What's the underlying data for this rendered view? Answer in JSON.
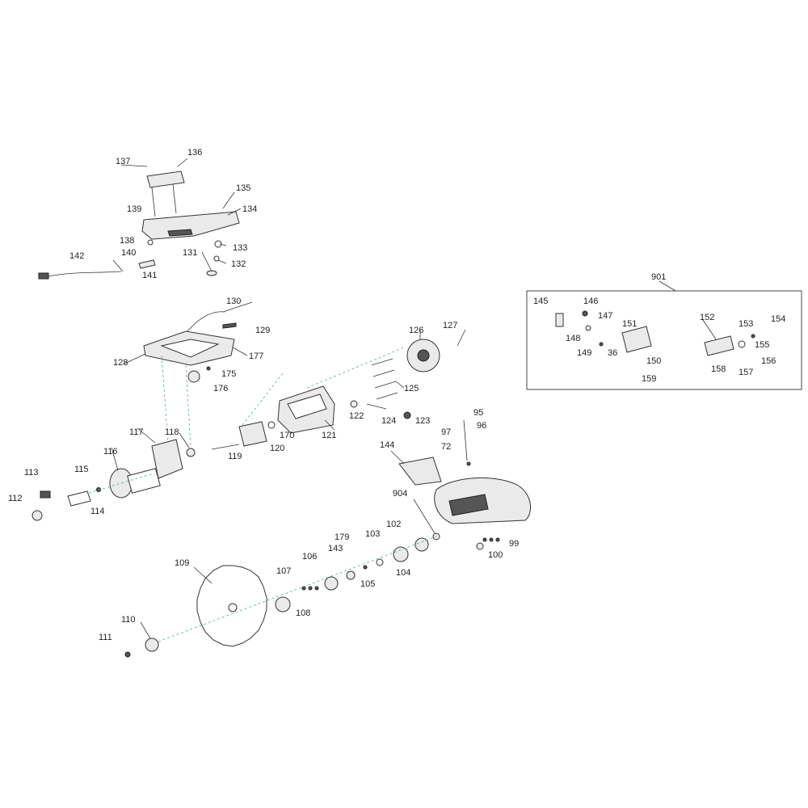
{
  "labels": {
    "l137": "137",
    "l136": "136",
    "l135": "135",
    "l134": "134",
    "l139": "139",
    "l138": "138",
    "l133": "133",
    "l140": "140",
    "l131": "131",
    "l132": "132",
    "l142": "142",
    "l141": "141",
    "l130": "130",
    "l129": "129",
    "l128": "128",
    "l177": "177",
    "l175": "175",
    "l176": "176",
    "l126": "126",
    "l127": "127",
    "l125": "125",
    "l122": "122",
    "l124": "124",
    "l123": "123",
    "l118": "118",
    "l117": "117",
    "l116": "116",
    "l170": "170",
    "l121": "121",
    "l120": "120",
    "l119": "119",
    "l95": "95",
    "l96": "96",
    "l97": "97",
    "l72": "72",
    "l144": "144",
    "l113": "113",
    "l115": "115",
    "l112": "112",
    "l114": "114",
    "l904": "904",
    "l99": "99",
    "l100": "100",
    "l179": "179",
    "l103": "103",
    "l102": "102",
    "l106": "106",
    "l143": "143",
    "l107": "107",
    "l105": "105",
    "l104": "104",
    "l109": "109",
    "l108": "108",
    "l110": "110",
    "l111": "111",
    "l901": "901",
    "l145": "145",
    "l146": "146",
    "l147": "147",
    "l148": "148",
    "l151": "151",
    "l149": "149",
    "l36": "36",
    "l150": "150",
    "l159": "159",
    "l152": "152",
    "l153": "153",
    "l154": "154",
    "l155": "155",
    "l156": "156",
    "l158": "158",
    "l157": "157"
  }
}
